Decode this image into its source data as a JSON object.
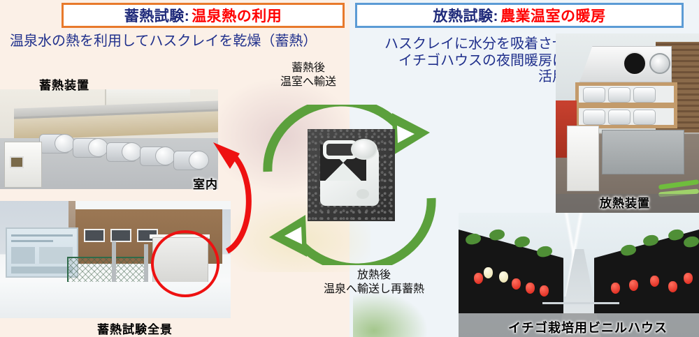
{
  "left_panel": {
    "header": {
      "prefix": "蓄熱試験:",
      "highlight": "温泉熱の利用",
      "border_color": "#e8792b"
    },
    "subtitle": "温泉水の熱を利用してハスクレイを乾燥（蓄熱）",
    "photos": [
      {
        "name": "heat-storage-device",
        "caption": "蓄熱装置",
        "sub_caption": "室内"
      },
      {
        "name": "heat-storage-site",
        "caption": "蓄熱試験全景"
      }
    ]
  },
  "right_panel": {
    "header": {
      "prefix": "放熱試験:",
      "highlight": "農業温室の暖房",
      "border_color": "#5b9bd5"
    },
    "subtitle": "ハスクレイに水分を吸着させ\nイチゴハウスの夜間暖房に\n活用",
    "photos": [
      {
        "name": "heat-release-device",
        "caption": "放熱装置"
      },
      {
        "name": "strawberry-vinyl-house",
        "caption": "イチゴ栽培用ビニルハウス"
      }
    ]
  },
  "cycle": {
    "top_label": "蓄熱後\n温室へ輸送",
    "bottom_label": "放熱後\n温泉へ輸送し再蓄熱",
    "arrow_color": "#5ba03c",
    "center_image_name": "hasclay-container-photo"
  },
  "transfer_arrow": {
    "name": "red-transfer-arrow",
    "color": "#ee1111"
  },
  "colors": {
    "title_text": "#1f2a7a",
    "title_highlight": "#ff0000",
    "subtitle_text": "#20308c",
    "left_background": "#fbf0e7",
    "right_background": "#eff4f8"
  }
}
